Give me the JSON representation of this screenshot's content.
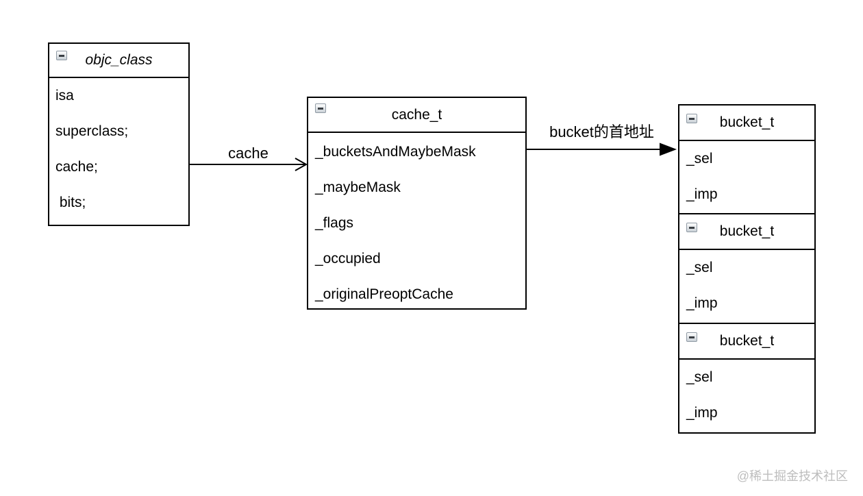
{
  "diagram": {
    "boxes": [
      {
        "title": "objc_class",
        "fields": [
          "isa",
          "superclass;",
          "cache;",
          " bits;"
        ]
      },
      {
        "title": "cache_t",
        "fields": [
          "_bucketsAndMaybeMask",
          "_maybeMask",
          "_flags",
          "_occupied",
          "_originalPreoptCache"
        ]
      },
      {
        "title": "bucket_t",
        "fields": [
          "_sel",
          "_imp"
        ]
      },
      {
        "title": "bucket_t",
        "fields": [
          "_sel",
          "_imp"
        ]
      },
      {
        "title": "bucket_t",
        "fields": [
          "_sel",
          "_imp"
        ]
      }
    ],
    "arrows": [
      {
        "label": "cache"
      },
      {
        "label": "bucket的首地址"
      }
    ],
    "watermark": "@稀土掘金技术社区"
  },
  "colors": {
    "line": "#000000",
    "background": "#ffffff",
    "watermark": "#bdbdbd"
  }
}
